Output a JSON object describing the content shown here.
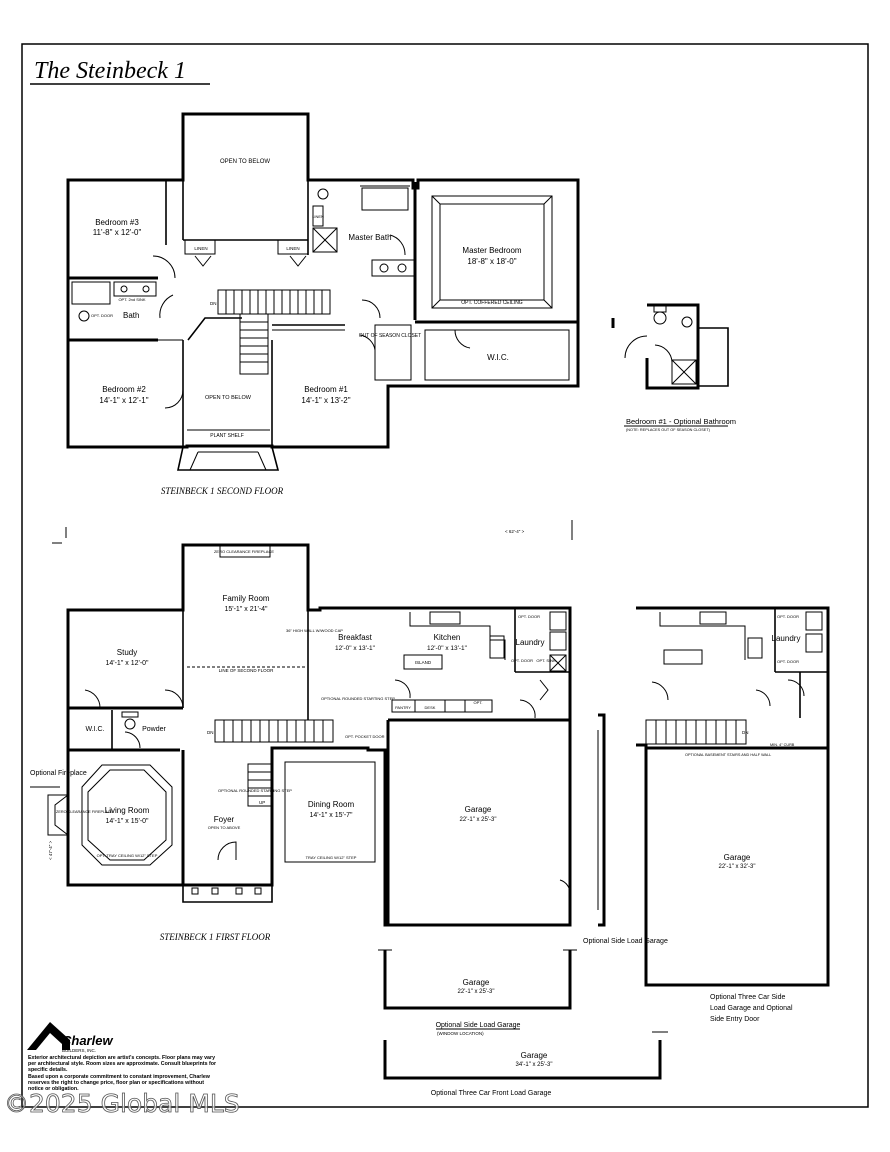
{
  "title": "The Steinbeck 1",
  "second_floor": {
    "caption": "STEINBECK 1 SECOND FLOOR",
    "open_to_below_top": "OPEN TO BELOW",
    "bedroom3": {
      "name": "Bedroom #3",
      "dim": "11'-8\" x 12'-0\""
    },
    "master_bath": "Master Bath",
    "master_bedroom": {
      "name": "Master Bedroom",
      "dim": "18'-8\" x 18'-0\""
    },
    "coffered": "OPT. COFFERED CEILING",
    "linen1": "LINEN",
    "linen2": "LINEN",
    "linen3": "LINEN",
    "bath": "Bath",
    "opt_2nd_sink": "OPT. 2nd SINK",
    "opt_door": "OPT. DOOR",
    "dn": "DN",
    "out_of_season": "OUT OF SEASON CLOSET",
    "wic": "W.I.C.",
    "bedroom2": {
      "name": "Bedroom #2",
      "dim": "14'-1\" x 12'-1\""
    },
    "open_to_below": "OPEN TO BELOW",
    "bedroom1": {
      "name": "Bedroom #1",
      "dim": "14'-1\" x 13'-2\""
    },
    "plant_shelf": "PLANT SHELF"
  },
  "optional_bath": {
    "title": "Bedroom #1 - Optional Bathroom",
    "note": "(NOTE: REPLACES OUT OF SEASON CLOSET)"
  },
  "first_floor": {
    "caption": "STEINBECK 1 FIRST FLOOR",
    "overall_dim": "< 62'-4\" >",
    "side_dim": "< 47'-4\" >",
    "zero_clearance_top": "ZERO CLEARANCE FIREPLACE",
    "family_room": {
      "name": "Family Room",
      "dim": "15'-1\" x 21'-4\""
    },
    "half_wall": "36\" HIGH WALL W/WOOD CAP",
    "line_second_floor": "LINE OF SECOND FLOOR",
    "study": {
      "name": "Study",
      "dim": "14'-1\" x 12'-0\""
    },
    "breakfast": {
      "name": "Breakfast",
      "dim": "12'-0\" x 13'-1\""
    },
    "kitchen": {
      "name": "Kitchen",
      "dim": "12'-0\" x 13'-1\""
    },
    "island": "ISLAND",
    "laundry": "Laundry",
    "opt_door1": "OPT. DOOR",
    "opt_door2": "OPT. DOOR",
    "opt_sink": "OPT. SINK",
    "pantry": "PANTRY",
    "desk": "DESK",
    "opt": "OPT.",
    "opt_rounded": "OPTIONAL ROUNDED STARTING STEP",
    "opt_pocket": "OPT. POCKET DOOR",
    "wic": "W.I.C.",
    "powder": "Powder",
    "dn": "DN",
    "up": "UP",
    "optional_fireplace": "Optional Fireplace",
    "zero_clearance": "ZERO CLEARANCE FIREPLACE",
    "living_room": {
      "name": "Living Room",
      "dim": "14'-1\" x 15'-0\""
    },
    "tray_ceiling1": "OPT. TRAY CEILING W/12\" STEP",
    "optional_rounded2": "OPTIONAL ROUNDED STARTING STEP",
    "foyer": {
      "name": "Foyer",
      "note": "OPEN TO ABOVE"
    },
    "dining_room": {
      "name": "Dining Room",
      "dim": "14'-1\" x 15'-7\""
    },
    "tray_ceiling2": "TRAY CEILING W/12\" STEP",
    "garage": {
      "name": "Garage",
      "dim": "22'-1\" x 25'-3\""
    }
  },
  "side_load": {
    "label": "Optional Side Load Garage",
    "garage": {
      "name": "Garage",
      "dim": "22'-1\" x 25'-3\""
    },
    "caption": "Optional Side Load Garage",
    "subcaption": "(WINDOW LOCATION)"
  },
  "three_car_side": {
    "opt_door1": "OPT. DOOR",
    "opt_door2": "OPT. DOOR",
    "laundry": "Laundry",
    "dn": "DN",
    "basement_note": "OPTIONAL BASEMENT STAIRS AND HALF WALL",
    "curb": "MIN. 4\" CURB",
    "garage": {
      "name": "Garage",
      "dim": "22'-1\" x 32'-3\""
    },
    "caption_lines": [
      "Optional Three Car Side",
      "Load Garage and Optional",
      "Side Entry Door"
    ]
  },
  "three_car_front": {
    "garage": {
      "name": "Garage",
      "dim": "34'-1\" x 25'-3\""
    },
    "caption": "Optional Three Car Front Load Garage"
  },
  "builder": {
    "name": "Charlew",
    "sub": "BUILDERS, INC.",
    "disclaimer": [
      "Exterior architectural depiction are artist's concepts. Floor plans may vary",
      "per architectural style. Room sizes are approximate. Consult blueprints for",
      "specific details.",
      "Based upon a corporate commitment to constant improvement, Charlew",
      "reserves the right to change price, floor plan or specifications without",
      "notice or obligation."
    ]
  },
  "watermark": "©2025 Global MLS"
}
